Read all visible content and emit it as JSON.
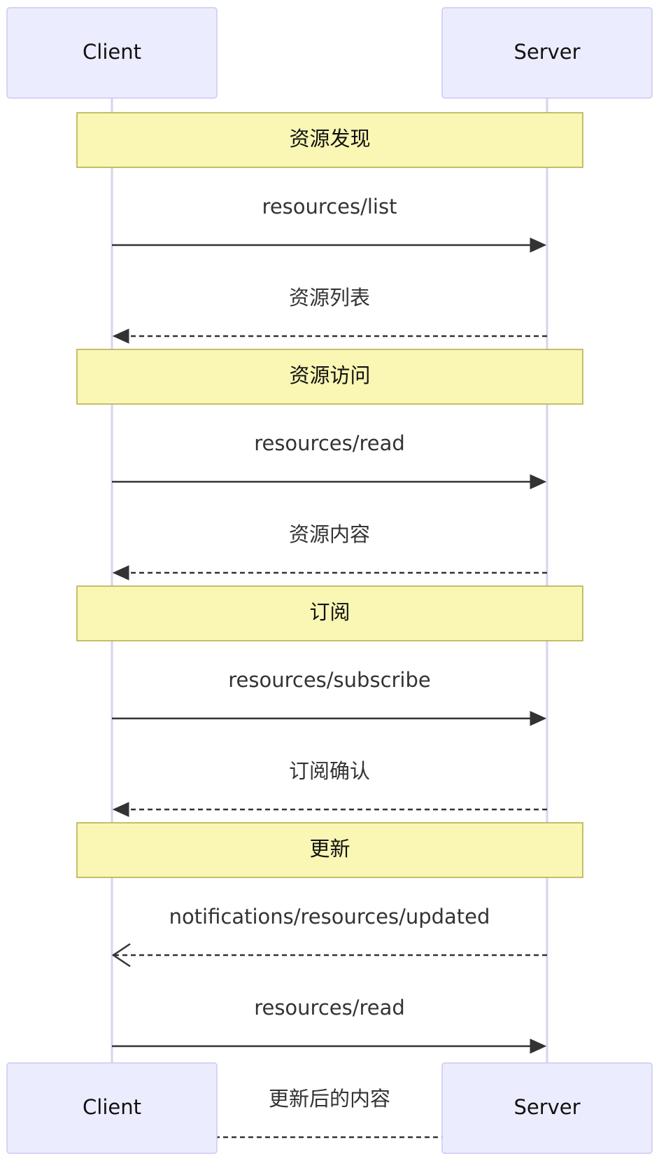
{
  "participants": {
    "client": "Client",
    "server": "Server"
  },
  "colors": {
    "actor_fill": "#ECECFF",
    "actor_stroke": "#CBC9F0",
    "note_fill": "#FAF6B4",
    "note_stroke": "#B3AC45",
    "line": "#333333"
  },
  "sequence": [
    {
      "kind": "note",
      "text": "资源发现"
    },
    {
      "kind": "message",
      "text": "resources/list",
      "from": "client",
      "to": "server",
      "style": "solid",
      "head": "filled"
    },
    {
      "kind": "message",
      "text": "资源列表",
      "from": "server",
      "to": "client",
      "style": "dashed",
      "head": "filled"
    },
    {
      "kind": "note",
      "text": "资源访问"
    },
    {
      "kind": "message",
      "text": "resources/read",
      "from": "client",
      "to": "server",
      "style": "solid",
      "head": "filled"
    },
    {
      "kind": "message",
      "text": "资源内容",
      "from": "server",
      "to": "client",
      "style": "dashed",
      "head": "filled"
    },
    {
      "kind": "note",
      "text": "订阅"
    },
    {
      "kind": "message",
      "text": "resources/subscribe",
      "from": "client",
      "to": "server",
      "style": "solid",
      "head": "filled"
    },
    {
      "kind": "message",
      "text": "订阅确认",
      "from": "server",
      "to": "client",
      "style": "dashed",
      "head": "filled"
    },
    {
      "kind": "note",
      "text": "更新"
    },
    {
      "kind": "message",
      "text": "notifications/resources/updated",
      "from": "server",
      "to": "client",
      "style": "dashed",
      "head": "open"
    },
    {
      "kind": "message",
      "text": "resources/read",
      "from": "client",
      "to": "server",
      "style": "solid",
      "head": "filled"
    },
    {
      "kind": "message",
      "text": "更新后的内容",
      "from": "server",
      "to": "client",
      "style": "dashed",
      "head": "filled"
    }
  ]
}
